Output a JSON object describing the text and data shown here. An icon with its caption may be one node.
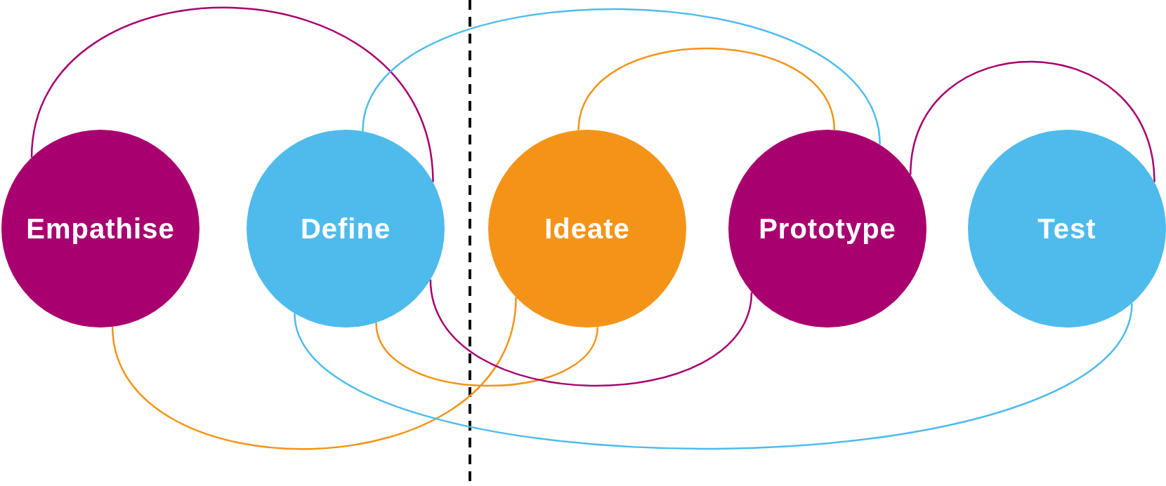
{
  "diagram": {
    "nodes": [
      {
        "text": [
          "Empathise"
        ]
      },
      {
        "text": [
          "Define"
        ]
      },
      {
        "text": [
          "Ideate"
        ]
      },
      {
        "text": [
          "Prototype"
        ]
      },
      {
        "text": [
          "Test"
        ]
      }
    ],
    "edges": [
      {
        "from": 0,
        "to": 1,
        "arrow": "none",
        "color": "#a8006f"
      },
      {
        "from": 1,
        "to": 3,
        "arrow": "none",
        "color": "#4fbbec"
      },
      {
        "from": 2,
        "to": 3,
        "arrow": "none",
        "color": "#f39419"
      },
      {
        "from": 3,
        "to": 4,
        "arrow": "none",
        "color": "#a8006f"
      },
      {
        "from": 0,
        "to": 2,
        "arrow": "none",
        "color": "#f39419"
      },
      {
        "from": 1,
        "to": 4,
        "arrow": "none",
        "color": "#4fbbec"
      },
      {
        "from": 1,
        "to": 2,
        "arrow": "none",
        "color": "#f39419"
      },
      {
        "from": 1,
        "to": 3,
        "arrow": "none",
        "color": "#a8006f"
      }
    ]
  }
}
